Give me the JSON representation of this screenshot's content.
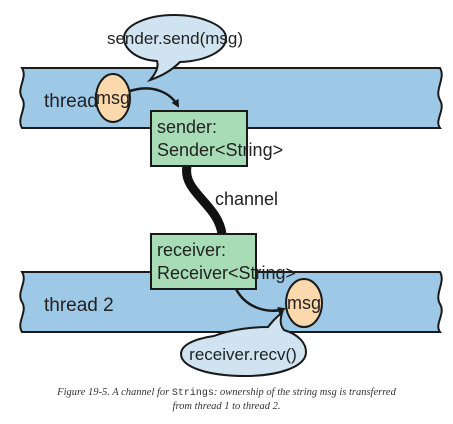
{
  "thread1": {
    "label": "thread 1"
  },
  "thread2": {
    "label": "thread 2"
  },
  "sender_box": {
    "line1": "sender:",
    "line2": "Sender<String>"
  },
  "receiver_box": {
    "line1": "receiver:",
    "line2": "Receiver<String>"
  },
  "channel": {
    "label": "channel"
  },
  "msg_top": {
    "label": "msg"
  },
  "msg_bottom": {
    "label": "msg"
  },
  "send_bubble": {
    "label": "sender.send(msg)"
  },
  "recv_bubble": {
    "label": "receiver.recv()"
  },
  "caption": {
    "part1": "Figure 19-5. A channel for ",
    "code": "Strings",
    "part2": ": ownership of the string msg is transferred",
    "line2": "from thread 1 to thread 2."
  },
  "colors": {
    "thread_fill": "#9ec9e6",
    "box_fill": "#a8dcb6",
    "msg_fill": "#fbd9ac",
    "bubble_fill": "#cfe3f1",
    "outline": "#1a1a1a"
  }
}
